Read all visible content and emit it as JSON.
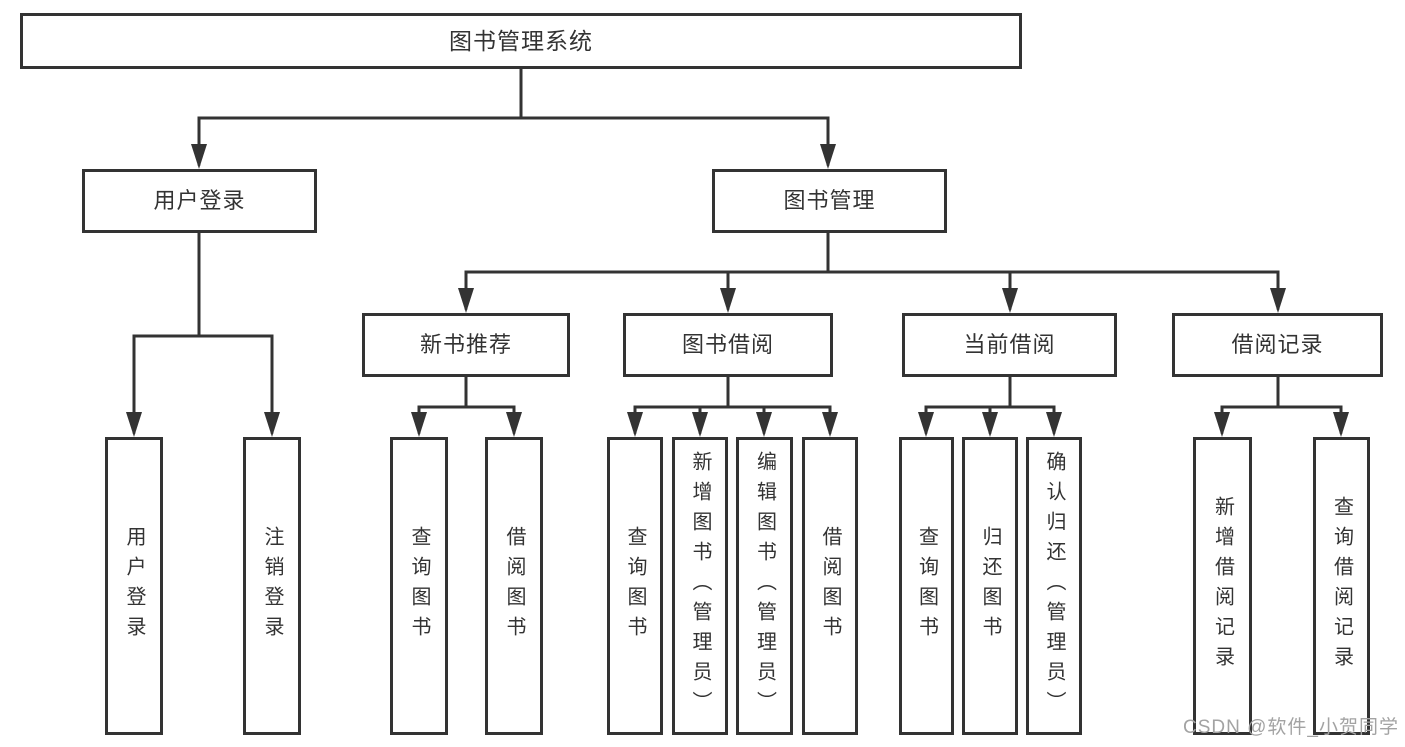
{
  "diagram": {
    "root": {
      "label": "图书管理系统"
    },
    "branches": {
      "user_login": {
        "label": "用户登录",
        "children": [
          "用户登录",
          "注销登录"
        ]
      },
      "book_mgmt": {
        "label": "图书管理",
        "sections": {
          "new_book_rec": {
            "label": "新书推荐",
            "children": [
              "查询图书",
              "借阅图书"
            ]
          },
          "book_borrow": {
            "label": "图书借阅",
            "children": [
              "查询图书",
              "新增图书（管理员）",
              "编辑图书（管理员）",
              "借阅图书"
            ]
          },
          "current_borrow": {
            "label": "当前借阅",
            "children": [
              "查询图书",
              "归还图书",
              "确认归还（管理员）"
            ]
          },
          "borrow_record": {
            "label": "借阅记录",
            "children": [
              "新增借阅记录",
              "查询借阅记录"
            ]
          }
        }
      }
    },
    "colors": {
      "line": "#333333",
      "box_background": "#ffffff",
      "text": "#333333",
      "watermark": "#a3a3a3"
    },
    "watermark": "CSDN @软件_小贺同学"
  }
}
